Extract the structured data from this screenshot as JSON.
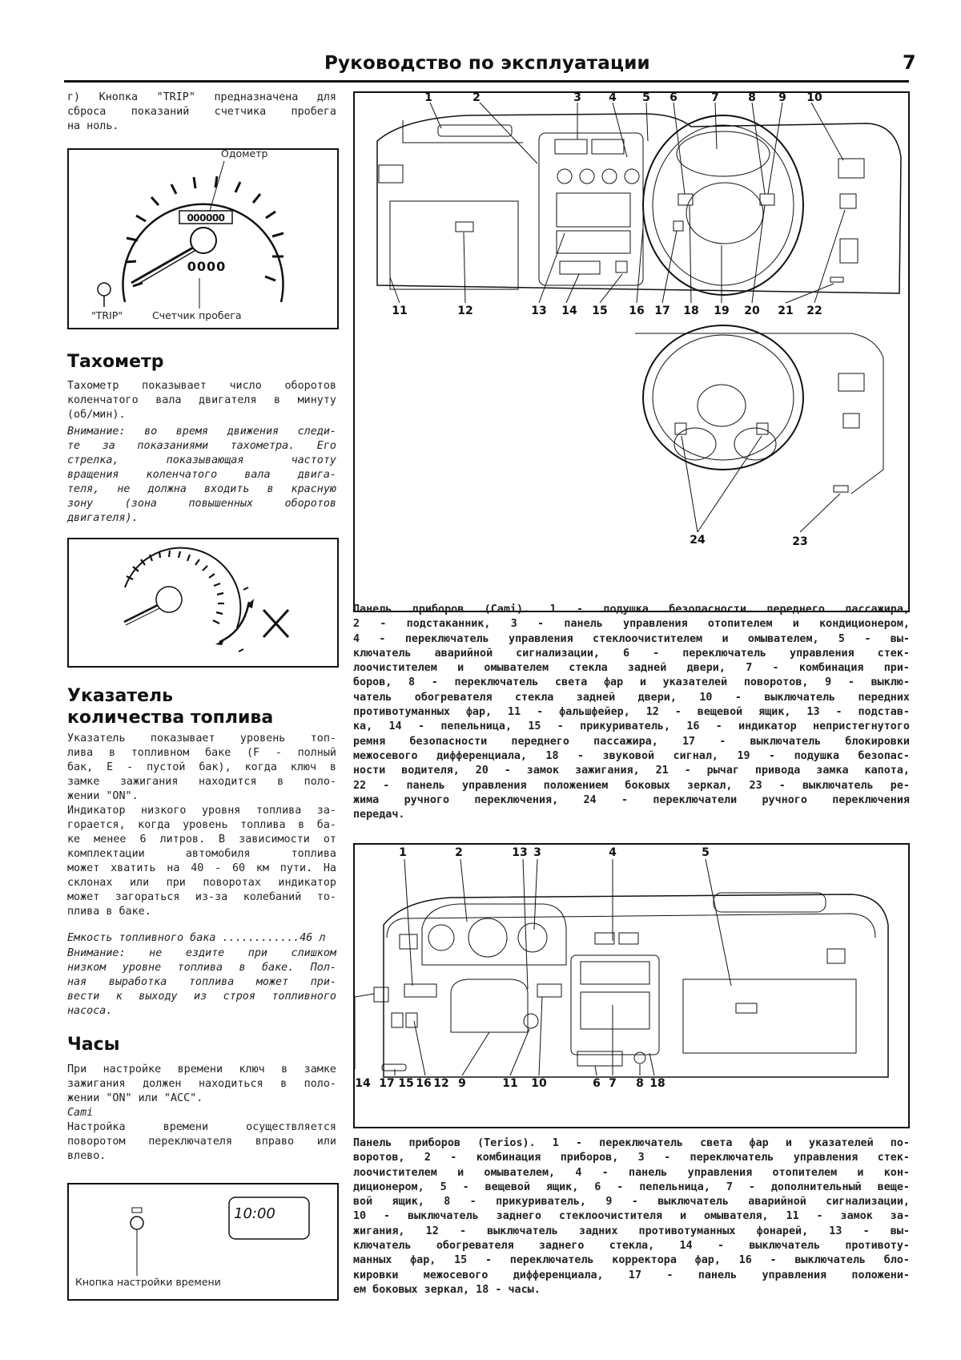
{
  "header": {
    "title": "Руководство по эксплуатации",
    "page_number": "7"
  },
  "left": {
    "trip_text": [
      "г) Кнопка \"TRIP\" предназначена для",
      "сброса показаний счетчика пробега",
      "на ноль."
    ],
    "odo_figure": {
      "odometer_label": "Одометр",
      "trip_label": "\"TRIP\"",
      "counter_label": "Счетчик пробега",
      "odo_digits": "000000",
      "trip_digits": "0000"
    },
    "tach_heading": "Тахометр",
    "tach_text": [
      "Тахометр показывает число оборотов",
      "коленчатого вала двигателя в минуту",
      "(об/мин)."
    ],
    "tach_warning": [
      "Внимание: во время движения следи-",
      "те за показаниями тахометра. Его",
      "стрелка, показывающая частоту",
      "вращения коленчатого вала двига-",
      "теля, не должна входить в красную",
      "зону (зона повышенных оборотов",
      "двигателя)."
    ],
    "tach_warning_word": "Внимание",
    "fuel_heading": [
      "Указатель",
      "количества топлива"
    ],
    "fuel_text": [
      "Указатель показывает уровень топ-",
      "лива в топливном баке (F - полный",
      "бак, E - пустой бак), когда ключ в",
      "замке зажигания находится в поло-",
      "жении \"ON\".",
      "Индикатор низкого уровня топлива за-",
      "горается, когда уровень топлива в ба-",
      "ке менее 6 литров. В зависимости от",
      "комплектации автомобиля топлива",
      "может хватить на 40 - 60 км пути. На",
      "склонах или при поворотах индикатор",
      "может загораться из-за колебаний то-",
      "плива в баке."
    ],
    "fuel_capacity": "Емкость топливного бака ............46 л",
    "fuel_warning": [
      "Внимание: не ездите при слишком",
      "низком уровне топлива в баке. Пол-",
      "ная выработка топлива может при-",
      "вести к выходу из строя топливного",
      "насоса."
    ],
    "clock_heading": "Часы",
    "clock_text": [
      "При настройке времени ключ в замке",
      "зажигания должен находиться в поло-",
      "жении \"ON\" или \"ACC\"."
    ],
    "clock_cami": "Cami",
    "clock_text2": [
      "Настройка времени осуществляется",
      "поворотом переключателя вправо или",
      "влево."
    ],
    "clock_figure": {
      "time": "10:00",
      "button_label": "Кнопка настройки времени"
    }
  },
  "right": {
    "cami_numbers_top": [
      "1",
      "2",
      "3",
      "4",
      "5",
      "6",
      "7",
      "8",
      "9",
      "10"
    ],
    "cami_numbers_bottom": [
      "11",
      "12",
      "13",
      "14",
      "15",
      "16",
      "17",
      "18",
      "19",
      "20",
      "21",
      "22"
    ],
    "cami_numbers_extra": [
      "23",
      "24"
    ],
    "cami_caption": [
      "Панель приборов (Cami). 1 - подушка безопасности переднего пассажира,",
      "2 - подстаканник, 3 - панель управления отопителем и кондиционером,",
      "4 - переключатель управления стеклоочистителем и омывателем, 5 - вы-",
      "ключатель аварийной сигнализации, 6 - переключатель управления стек-",
      "лоочистителем и омывателем стекла задней двери, 7 - комбинация при-",
      "боров, 8 - переключатель света фар и указателей поворотов, 9 - выклю-",
      "чатель обогревателя стекла задней двери, 10 - выключатель передних",
      "противотуманных фар, 11 - фальшфейер, 12 - вещевой ящик, 13 - подстав-",
      "ка, 14 - пепельница, 15 - прикуриватель, 16 - индикатор непристегнутого",
      "ремня безопасности переднего пассажира, 17 - выключатель блокировки",
      "межосевого дифференциала, 18 - звуковой сигнал, 19 - подушка безопас-",
      "ности водителя, 20 - замок зажигания, 21 - рычаг привода замка капота,",
      "22 - панель управления положением боковых зеркал, 23 - выключатель ре-",
      "жима ручного переключения, 24 - переключатели ручного переключения",
      "передач."
    ],
    "terios_numbers_top": [
      "1",
      "2",
      "13",
      "3",
      "4",
      "5"
    ],
    "terios_numbers_bottom": [
      "14",
      "17",
      "15",
      "16",
      "12",
      "9",
      "11",
      "10",
      "6",
      "7",
      "8",
      "18"
    ],
    "terios_caption": [
      "Панель приборов (Terios). 1 - переключатель света фар и указателей по-",
      "воротов, 2 - комбинация приборов, 3 - переключатель управления стек-",
      "лоочистителем и омывателем, 4 - панель управления отопителем и кон-",
      "диционером, 5 - вещевой ящик, 6 - пепельница, 7 - дополнительный веще-",
      "вой ящик, 8 - прикуриватель, 9 - выключатель аварийной сигнализации,",
      "10 - выключатель заднего стеклоочистителя и омывателя, 11 - замок за-",
      "жигания, 12 - выключатель задних противотуманных фонарей, 13 - вы-",
      "ключатель обогревателя заднего стекла, 14 - выключатель противоту-",
      "манных фар, 15 - переключатель корректора фар, 16 - выключатель бло-",
      "кировки межосевого дифференциала, 17 - панель управления положени-",
      "ем боковых зеркал, 18 - часы."
    ]
  }
}
